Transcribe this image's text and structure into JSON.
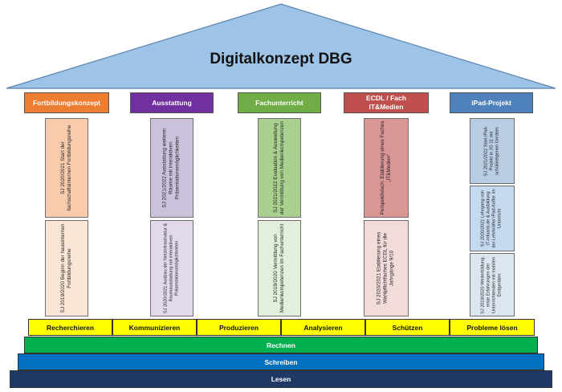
{
  "title": "Digitalkonzept DBG",
  "colors": {
    "roof": "#9dc3e6",
    "fortbildung": "#ed7d31",
    "ausstattung": "#7030a0",
    "fachunterricht": "#70ad47",
    "ecdl": "#c0504d",
    "ipad": "#4f81bd",
    "yellow": "#ffff00",
    "rechnen": "#00b050",
    "schreiben": "#0070c0",
    "lesen": "#1f3864"
  },
  "pillars": [
    {
      "label": "Fortbildungskonzept",
      "cells": [
        "SJ 2020/2021 Start der fachschaftsinternen Fortbildungsreihe",
        "SJ 2019/2020 Beginn der hausinternen Fortbildungsreihe"
      ]
    },
    {
      "label": "Ausstattung",
      "cells": [
        "SJ 2021/2022 Ausstattung weiterer Räume mit interaktiven Präsentationsmöglichkeiten",
        "SJ 2020/2021 Ausbau der Netzinfrastruktur & Raumausstattung mit interaktiven Präsentationsmöglichkeiten"
      ]
    },
    {
      "label": "Fachunterricht",
      "cells": [
        "SJ 2021/2022 Evaluation & Ausweitung der Vermittlung von Medienkompetenzen",
        "SJ 2019/2020 Vermittlung von Medienkompetenzen im Fachunterricht"
      ]
    },
    {
      "label": "ECDL / Fach IT&Medien",
      "cells": [
        "Perspektivisch: Etablierung eines Faches „IT&Medien“",
        "SJ 2020/2021 Etablierung eines Wahlpflichtfaches ECDL für die Jahrgänge 9/10"
      ]
    },
    {
      "label": "iPad-Projekt",
      "cells": [
        "SJ 2021/2022 Start iPad-Projekt in JG 11 mit schülereigenen Geräten",
        "SJ 2020/2021 Lehrgang von IT-Infoarts.de & Ausbildung der Lehrkräfte/ iPad-Koffer im Unterricht",
        "SJ 2019/2020 Weiterbildung, erste Erfahrungen der Unterrichtenden mit mobilen Endgeräten"
      ]
    }
  ],
  "competencies": [
    "Recherchieren",
    "Kommunizieren",
    "Produzieren",
    "Analysieren",
    "Schützen",
    "Probleme lösen"
  ],
  "base": {
    "rechnen": "Rechnen",
    "schreiben": "Schreiben",
    "lesen": "Lesen"
  }
}
